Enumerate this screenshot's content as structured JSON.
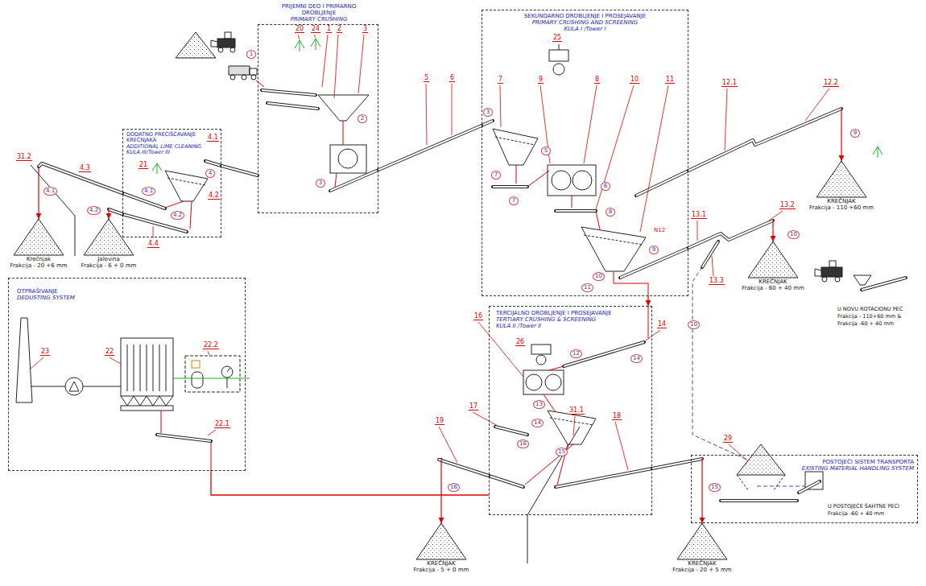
{
  "diagram": {
    "nodes": [
      {
        "text": [
          "PRIJEMNI DEO I PRIMARNO DROBLJENJE",
          "PRIMARY CRUSHING"
        ]
      },
      {
        "text": [
          "DODATNO PREČIŠĆAVANJE KREČNJAKA",
          "ADDITIONAL LIME CLEANING",
          "KULA III/Tower III"
        ]
      },
      {
        "text": [
          "SEKUNDARNO DROBLJENJE I PROSEJAVANJE",
          "PRIMARY CRUSHING AND SCREENING",
          "KULA I /Tower I"
        ]
      },
      {
        "text": [
          "Krečnjak",
          "Frakcija - 20 +6 mm"
        ]
      },
      {
        "text": [
          "Jalovina",
          "Frakcija - 6 + 0 mm"
        ]
      },
      {
        "text": [
          "KREČNJAK",
          "Frakcija - 110 +60 mm"
        ]
      },
      {
        "text": [
          "KREČNJAK",
          "Frakcija - 60 + 40 mm"
        ]
      },
      {
        "text": [
          "OTPRAŠIVANJE",
          "DEDUSTING SYSTEM"
        ]
      },
      {
        "text": [
          "TERCIJALNO DROBLJENJE I PROSEJAVANJE",
          "TERTIARY CRUSHING & SCREENING",
          "KULA II /Tower II"
        ]
      },
      {
        "text": [
          "POSTOJEĆI SISTEM TRANSPORTA",
          "EXISTING MATERIAL HANDLING SYSTEM"
        ]
      },
      {
        "text": [
          "KREČNJAK",
          "Frakcija - 5 + 0 mm"
        ]
      },
      {
        "text": [
          "KREČNJAK",
          "Frakcija - 20 + 5 mm"
        ]
      }
    ],
    "edges": [
      {
        "from": 0,
        "to": 2,
        "arrow": "none"
      },
      {
        "from": 0,
        "to": 1,
        "arrow": "none"
      },
      {
        "from": 2,
        "to": 8,
        "arrow": "to"
      },
      {
        "from": 7,
        "to": 8,
        "arrow": "none"
      },
      {
        "from": 1,
        "to": 3,
        "arrow": "to"
      },
      {
        "from": 1,
        "to": 4,
        "arrow": "to"
      },
      {
        "from": 2,
        "to": 5,
        "arrow": "to"
      },
      {
        "from": 2,
        "to": 6,
        "arrow": "to"
      },
      {
        "from": 8,
        "to": 10,
        "arrow": "to"
      },
      {
        "from": 8,
        "to": 11,
        "arrow": "to"
      }
    ],
    "labels": [
      "20",
      "24",
      "1",
      "2",
      "3",
      "1",
      "2",
      "3",
      "5",
      "6",
      "21",
      "4.1",
      "4",
      "4.1",
      "4.2",
      "4.2",
      "31.2",
      "4.3",
      "4.4",
      "4.1",
      "4.2",
      "25",
      "7",
      "9",
      "8",
      "10",
      "11",
      "3",
      "5",
      "7",
      "6",
      "7",
      "8",
      "9",
      "10",
      "11",
      "N12",
      "12.1",
      "12.2",
      "9",
      "13.1",
      "13.3",
      "13.2",
      "10",
      "10",
      "16",
      "26",
      "14",
      "14",
      "12",
      "13",
      "14",
      "15",
      "16",
      "17",
      "19",
      "31.1",
      "18",
      "16",
      "15",
      "23",
      "22",
      "22.2",
      "22.1",
      "29",
      "U NOVU ROTACIONU PEĆ",
      "Frakcija - 110+60 mm &",
      "Frakcija -60 + 40 mm",
      "U POSTOJEĆE ŠAHTNE PEĆI",
      "Frakcija -60 + 40 mm"
    ]
  }
}
